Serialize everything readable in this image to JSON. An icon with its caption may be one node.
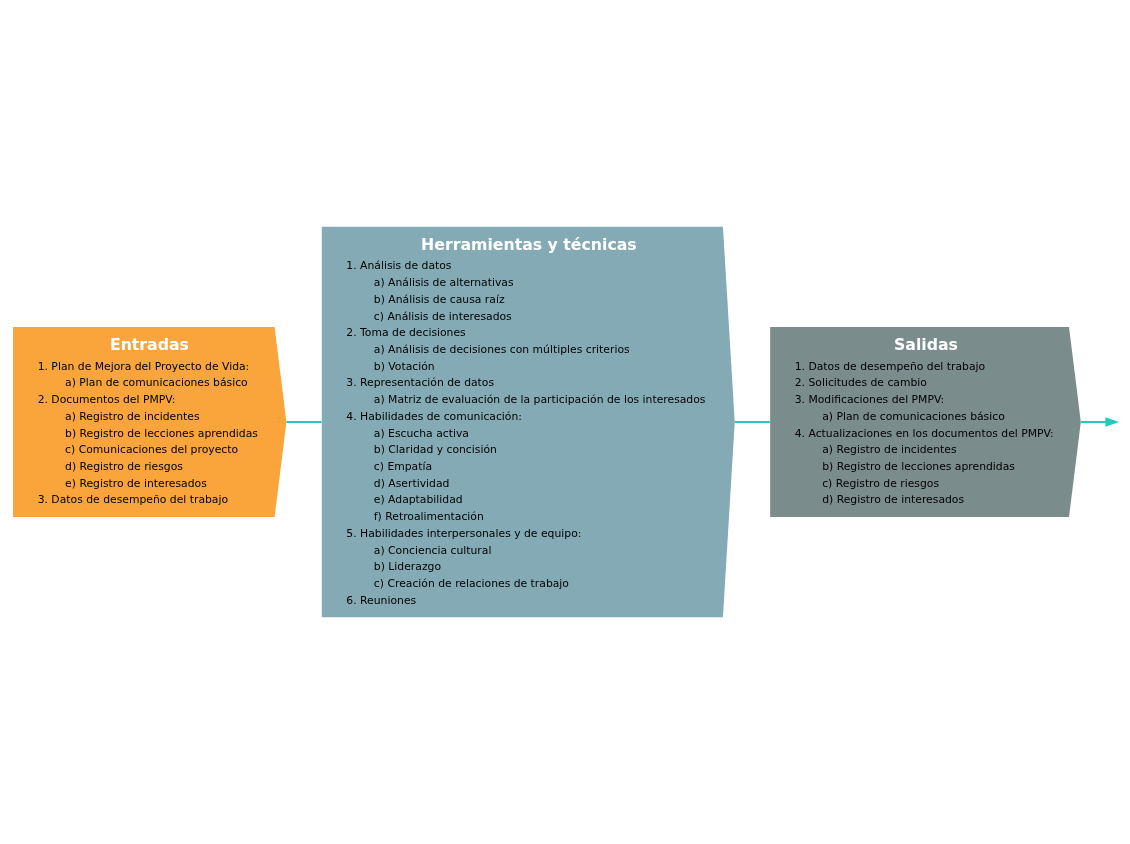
{
  "diagram": {
    "nodes": [
      {
        "text": [
          "Entradas",
          "1. Plan de Mejora del Proyecto de Vida:",
          "a) Plan de comunicaciones básico",
          "2. Documentos del PMPV:",
          "a) Registro de incidentes",
          "b) Registro de lecciones aprendidas",
          "c) Comunicaciones del proyecto",
          "d) Registro de riesgos",
          "e) Registro de interesados",
          "3. Datos de desempeño del trabajo"
        ]
      },
      {
        "text": [
          "Herramientas y técnicas",
          "1. Análisis de datos",
          "a) Análisis de alternativas",
          "b) Análisis de causa raíz",
          "c) Análisis de interesados",
          "2. Toma de decisiones",
          "a) Análisis de decisiones con múltiples criterios",
          "b) Votación",
          "3. Representación de datos",
          "a) Matriz de evaluación de la participación de los interesados",
          "4. Habilidades de comunicación:",
          "a) Escucha activa",
          "b) Claridad y concisión",
          "c) Empatía",
          "d) Asertividad",
          "e) Adaptabilidad",
          "f) Retroalimentación",
          "5. Habilidades interpersonales y de equipo:",
          "a) Conciencia cultural",
          "b) Liderazgo",
          "c) Creación de relaciones de trabajo",
          "6. Reuniones"
        ]
      },
      {
        "text": [
          "Salidas",
          "1. Datos de desempeño del trabajo",
          "2. Solicitudes de cambio",
          "3. Modificaciones del PMPV:",
          "a) Plan de comunicaciones básico",
          "4. Actualizaciones en los documentos del PMPV:",
          "a) Registro de incidentes",
          "b) Registro de lecciones aprendidas",
          "c) Registro de riesgos",
          "d) Registro de interesados"
        ]
      }
    ],
    "edges": [
      {
        "from": 0,
        "to": 1,
        "arrow": "none"
      },
      {
        "from": 1,
        "to": 2,
        "arrow": "none"
      },
      {
        "from": 2,
        "to": null,
        "arrow": "to"
      }
    ]
  }
}
